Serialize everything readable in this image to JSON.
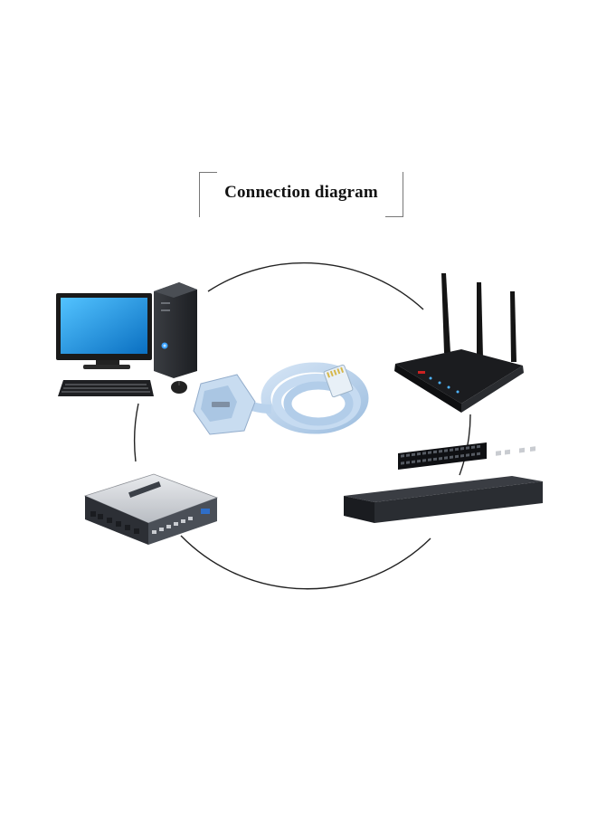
{
  "title": "Connection diagram",
  "devices": [
    {
      "name": "desktop-computer",
      "icon": "desktop-computer-icon"
    },
    {
      "name": "wifi-router",
      "icon": "router-icon"
    },
    {
      "name": "network-switch-large",
      "icon": "switch-icon"
    },
    {
      "name": "network-switch-small",
      "icon": "switch-icon"
    },
    {
      "name": "console-cable",
      "icon": "cable-icon"
    }
  ],
  "colors": {
    "monitor_screen": "#1e9ee8",
    "cable": "#b9d2ec",
    "device_dark": "#2b2e33",
    "circle_stroke": "#222222"
  }
}
